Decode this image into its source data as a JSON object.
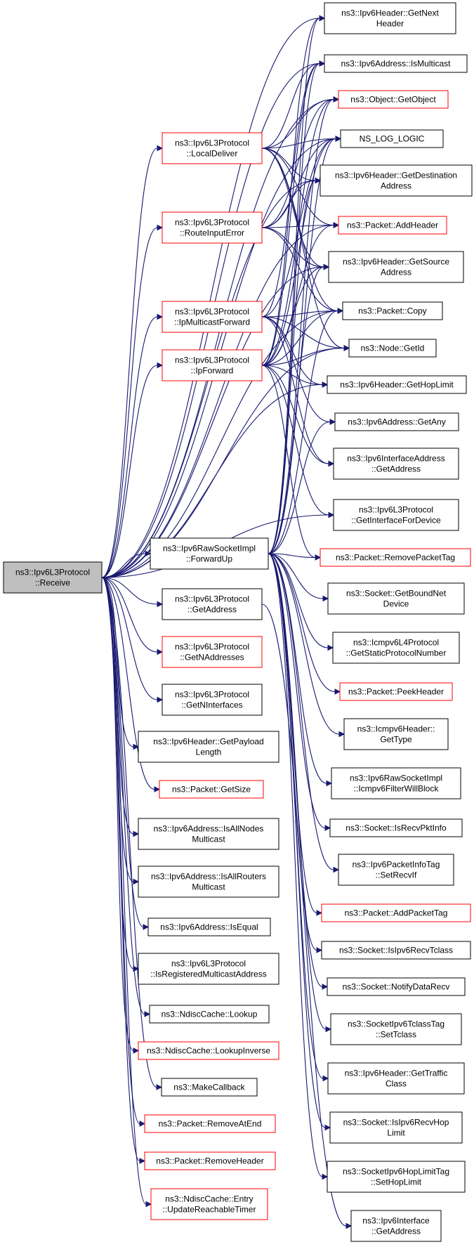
{
  "colors": {
    "edge": "#191970",
    "border_black": "#000000",
    "border_red": "#ff0000",
    "root_fill": "#bfbfbf",
    "background": "#ffffff"
  },
  "nodes": [
    {
      "id": "receive",
      "lines": [
        "ns3::Ipv6L3Protocol",
        "::Receive"
      ],
      "border": "black",
      "root": true
    },
    {
      "id": "local_deliver",
      "lines": [
        "ns3::Ipv6L3Protocol",
        "::LocalDeliver"
      ],
      "border": "red"
    },
    {
      "id": "route_input_error",
      "lines": [
        "ns3::Ipv6L3Protocol",
        "::RouteInputError"
      ],
      "border": "red"
    },
    {
      "id": "ip_multicast_forward",
      "lines": [
        "ns3::Ipv6L3Protocol",
        "::IpMulticastForward"
      ],
      "border": "red"
    },
    {
      "id": "ip_forward",
      "lines": [
        "ns3::Ipv6L3Protocol",
        "::IpForward"
      ],
      "border": "red"
    },
    {
      "id": "raw_forward_up",
      "lines": [
        "ns3::Ipv6RawSocketImpl",
        "::ForwardUp"
      ],
      "border": "black"
    },
    {
      "id": "get_address",
      "lines": [
        "ns3::Ipv6L3Protocol",
        "::GetAddress"
      ],
      "border": "black"
    },
    {
      "id": "get_naddresses",
      "lines": [
        "ns3::Ipv6L3Protocol",
        "::GetNAddresses"
      ],
      "border": "red"
    },
    {
      "id": "get_ninterfaces",
      "lines": [
        "ns3::Ipv6L3Protocol",
        "::GetNInterfaces"
      ],
      "border": "black"
    },
    {
      "id": "get_payload_length",
      "lines": [
        "ns3::Ipv6Header::GetPayload",
        "Length"
      ],
      "border": "black"
    },
    {
      "id": "get_size",
      "lines": [
        "ns3::Packet::GetSize"
      ],
      "border": "red"
    },
    {
      "id": "is_all_nodes_multicast",
      "lines": [
        "ns3::Ipv6Address::IsAllNodes",
        "Multicast"
      ],
      "border": "black"
    },
    {
      "id": "is_all_routers_multicast",
      "lines": [
        "ns3::Ipv6Address::IsAllRouters",
        "Multicast"
      ],
      "border": "black"
    },
    {
      "id": "is_equal",
      "lines": [
        "ns3::Ipv6Address::IsEqual"
      ],
      "border": "black"
    },
    {
      "id": "is_registered_multicast",
      "lines": [
        "ns3::Ipv6L3Protocol",
        "::IsRegisteredMulticastAddress"
      ],
      "border": "black"
    },
    {
      "id": "ndisc_lookup",
      "lines": [
        "ns3::NdiscCache::Lookup"
      ],
      "border": "black"
    },
    {
      "id": "ndisc_lookup_inverse",
      "lines": [
        "ns3::NdiscCache::LookupInverse"
      ],
      "border": "red"
    },
    {
      "id": "make_callback",
      "lines": [
        "ns3::MakeCallback"
      ],
      "border": "black"
    },
    {
      "id": "remove_at_end",
      "lines": [
        "ns3::Packet::RemoveAtEnd"
      ],
      "border": "red"
    },
    {
      "id": "remove_header",
      "lines": [
        "ns3::Packet::RemoveHeader"
      ],
      "border": "red"
    },
    {
      "id": "update_reachable_timer",
      "lines": [
        "ns3::NdiscCache::Entry",
        "::UpdateReachableTimer"
      ],
      "border": "red"
    },
    {
      "id": "get_next_header",
      "lines": [
        "ns3::Ipv6Header::GetNext",
        "Header"
      ],
      "border": "black"
    },
    {
      "id": "is_multicast",
      "lines": [
        "ns3::Ipv6Address::IsMulticast"
      ],
      "border": "black"
    },
    {
      "id": "get_object",
      "lines": [
        "ns3::Object::GetObject"
      ],
      "border": "red"
    },
    {
      "id": "ns_log_logic",
      "lines": [
        "NS_LOG_LOGIC"
      ],
      "border": "black"
    },
    {
      "id": "get_destination_address",
      "lines": [
        "ns3::Ipv6Header::GetDestination",
        "Address"
      ],
      "border": "black"
    },
    {
      "id": "add_header",
      "lines": [
        "ns3::Packet::AddHeader"
      ],
      "border": "red"
    },
    {
      "id": "get_source_address",
      "lines": [
        "ns3::Ipv6Header::GetSource",
        "Address"
      ],
      "border": "black"
    },
    {
      "id": "packet_copy",
      "lines": [
        "ns3::Packet::Copy"
      ],
      "border": "black"
    },
    {
      "id": "node_get_id",
      "lines": [
        "ns3::Node::GetId"
      ],
      "border": "black"
    },
    {
      "id": "get_hop_limit",
      "lines": [
        "ns3::Ipv6Header::GetHopLimit"
      ],
      "border": "black"
    },
    {
      "id": "get_any",
      "lines": [
        "ns3::Ipv6Address::GetAny"
      ],
      "border": "black"
    },
    {
      "id": "iface_address_get_address",
      "lines": [
        "ns3::Ipv6InterfaceAddress",
        "::GetAddress"
      ],
      "border": "black"
    },
    {
      "id": "get_interface_for_device",
      "lines": [
        "ns3::Ipv6L3Protocol",
        "::GetInterfaceForDevice"
      ],
      "border": "black"
    },
    {
      "id": "remove_packet_tag",
      "lines": [
        "ns3::Packet::RemovePacketTag"
      ],
      "border": "red"
    },
    {
      "id": "socket_get_bound_net_device",
      "lines": [
        "ns3::Socket::GetBoundNet",
        "Device"
      ],
      "border": "black"
    },
    {
      "id": "icmpv6_get_static_protocol_number",
      "lines": [
        "ns3::Icmpv6L4Protocol",
        "::GetStaticProtocolNumber"
      ],
      "border": "black"
    },
    {
      "id": "peek_header",
      "lines": [
        "ns3::Packet::PeekHeader"
      ],
      "border": "red"
    },
    {
      "id": "icmpv6_header_get_type",
      "lines": [
        "ns3::Icmpv6Header::",
        "GetType"
      ],
      "border": "black"
    },
    {
      "id": "icmpv6_filter_will_block",
      "lines": [
        "ns3::Ipv6RawSocketImpl",
        "::Icmpv6FilterWillBlock"
      ],
      "border": "black"
    },
    {
      "id": "is_recv_pkt_info",
      "lines": [
        "ns3::Socket::IsRecvPktInfo"
      ],
      "border": "black"
    },
    {
      "id": "packet_info_tag_set_recv_if",
      "lines": [
        "ns3::Ipv6PacketInfoTag",
        "::SetRecvIf"
      ],
      "border": "black"
    },
    {
      "id": "add_packet_tag",
      "lines": [
        "ns3::Packet::AddPacketTag"
      ],
      "border": "red"
    },
    {
      "id": "is_ipv6_recv_tclass",
      "lines": [
        "ns3::Socket::IsIpv6RecvTclass"
      ],
      "border": "black"
    },
    {
      "id": "notify_data_recv",
      "lines": [
        "ns3::Socket::NotifyDataRecv"
      ],
      "border": "black"
    },
    {
      "id": "tclass_tag_set_tclass",
      "lines": [
        "ns3::SocketIpv6TclassTag",
        "::SetTclass"
      ],
      "border": "black"
    },
    {
      "id": "get_traffic_class",
      "lines": [
        "ns3::Ipv6Header::GetTraffic",
        "Class"
      ],
      "border": "black"
    },
    {
      "id": "is_ipv6_recv_hop_limit",
      "lines": [
        "ns3::Socket::IsIpv6RecvHop",
        "Limit"
      ],
      "border": "black"
    },
    {
      "id": "hop_limit_tag_set_hop_limit",
      "lines": [
        "ns3::SocketIpv6HopLimitTag",
        "::SetHopLimit"
      ],
      "border": "black"
    },
    {
      "id": "ipv6_interface_get_address",
      "lines": [
        "ns3::Ipv6Interface",
        "::GetAddress"
      ],
      "border": "black"
    }
  ],
  "edges": [
    [
      "receive",
      "get_next_header"
    ],
    [
      "receive",
      "is_multicast"
    ],
    [
      "receive",
      "get_object"
    ],
    [
      "receive",
      "local_deliver"
    ],
    [
      "receive",
      "ns_log_logic"
    ],
    [
      "receive",
      "get_destination_address"
    ],
    [
      "receive",
      "route_input_error"
    ],
    [
      "receive",
      "add_header"
    ],
    [
      "receive",
      "get_source_address"
    ],
    [
      "receive",
      "ip_multicast_forward"
    ],
    [
      "receive",
      "packet_copy"
    ],
    [
      "receive",
      "ip_forward"
    ],
    [
      "receive",
      "node_get_id"
    ],
    [
      "receive",
      "get_hop_limit"
    ],
    [
      "receive",
      "get_interface_for_device"
    ],
    [
      "receive",
      "raw_forward_up"
    ],
    [
      "receive",
      "get_address"
    ],
    [
      "receive",
      "get_naddresses"
    ],
    [
      "receive",
      "get_ninterfaces"
    ],
    [
      "receive",
      "get_payload_length"
    ],
    [
      "receive",
      "get_size"
    ],
    [
      "receive",
      "is_all_nodes_multicast"
    ],
    [
      "receive",
      "is_all_routers_multicast"
    ],
    [
      "receive",
      "is_equal"
    ],
    [
      "receive",
      "is_registered_multicast"
    ],
    [
      "receive",
      "ndisc_lookup"
    ],
    [
      "receive",
      "ndisc_lookup_inverse"
    ],
    [
      "receive",
      "make_callback"
    ],
    [
      "receive",
      "remove_at_end"
    ],
    [
      "receive",
      "remove_header"
    ],
    [
      "receive",
      "update_reachable_timer"
    ],
    [
      "local_deliver",
      "get_object"
    ],
    [
      "local_deliver",
      "ns_log_logic"
    ],
    [
      "local_deliver",
      "is_multicast"
    ],
    [
      "local_deliver",
      "get_destination_address"
    ],
    [
      "local_deliver",
      "add_header"
    ],
    [
      "local_deliver",
      "get_source_address"
    ],
    [
      "local_deliver",
      "packet_copy"
    ],
    [
      "local_deliver",
      "node_get_id"
    ],
    [
      "route_input_error",
      "get_object"
    ],
    [
      "route_input_error",
      "ns_log_logic"
    ],
    [
      "route_input_error",
      "get_destination_address"
    ],
    [
      "route_input_error",
      "add_header"
    ],
    [
      "route_input_error",
      "get_source_address"
    ],
    [
      "route_input_error",
      "packet_copy"
    ],
    [
      "ip_multicast_forward",
      "is_multicast"
    ],
    [
      "ip_multicast_forward",
      "ns_log_logic"
    ],
    [
      "ip_multicast_forward",
      "packet_copy"
    ],
    [
      "ip_multicast_forward",
      "node_get_id"
    ],
    [
      "ip_multicast_forward",
      "get_hop_limit"
    ],
    [
      "ip_multicast_forward",
      "get_any"
    ],
    [
      "ip_multicast_forward",
      "iface_address_get_address"
    ],
    [
      "ip_forward",
      "get_next_header"
    ],
    [
      "ip_forward",
      "is_multicast"
    ],
    [
      "ip_forward",
      "get_object"
    ],
    [
      "ip_forward",
      "ns_log_logic"
    ],
    [
      "ip_forward",
      "add_header"
    ],
    [
      "ip_forward",
      "get_source_address"
    ],
    [
      "ip_forward",
      "packet_copy"
    ],
    [
      "ip_forward",
      "node_get_id"
    ],
    [
      "ip_forward",
      "get_hop_limit"
    ],
    [
      "ip_forward",
      "iface_address_get_address"
    ],
    [
      "ip_forward",
      "get_interface_for_device"
    ],
    [
      "ip_forward",
      "remove_packet_tag"
    ],
    [
      "raw_forward_up",
      "get_next_header"
    ],
    [
      "raw_forward_up",
      "is_multicast"
    ],
    [
      "raw_forward_up",
      "get_object"
    ],
    [
      "raw_forward_up",
      "ns_log_logic"
    ],
    [
      "raw_forward_up",
      "get_destination_address"
    ],
    [
      "raw_forward_up",
      "get_source_address"
    ],
    [
      "raw_forward_up",
      "packet_copy"
    ],
    [
      "raw_forward_up",
      "get_any"
    ],
    [
      "raw_forward_up",
      "remove_packet_tag"
    ],
    [
      "raw_forward_up",
      "socket_get_bound_net_device"
    ],
    [
      "raw_forward_up",
      "icmpv6_get_static_protocol_number"
    ],
    [
      "raw_forward_up",
      "peek_header"
    ],
    [
      "raw_forward_up",
      "icmpv6_header_get_type"
    ],
    [
      "raw_forward_up",
      "icmpv6_filter_will_block"
    ],
    [
      "raw_forward_up",
      "is_recv_pkt_info"
    ],
    [
      "raw_forward_up",
      "packet_info_tag_set_recv_if"
    ],
    [
      "raw_forward_up",
      "add_packet_tag"
    ],
    [
      "raw_forward_up",
      "is_ipv6_recv_tclass"
    ],
    [
      "raw_forward_up",
      "notify_data_recv"
    ],
    [
      "raw_forward_up",
      "tclass_tag_set_tclass"
    ],
    [
      "raw_forward_up",
      "get_traffic_class"
    ],
    [
      "raw_forward_up",
      "is_ipv6_recv_hop_limit"
    ],
    [
      "raw_forward_up",
      "hop_limit_tag_set_hop_limit"
    ],
    [
      "get_address",
      "ipv6_interface_get_address"
    ]
  ]
}
